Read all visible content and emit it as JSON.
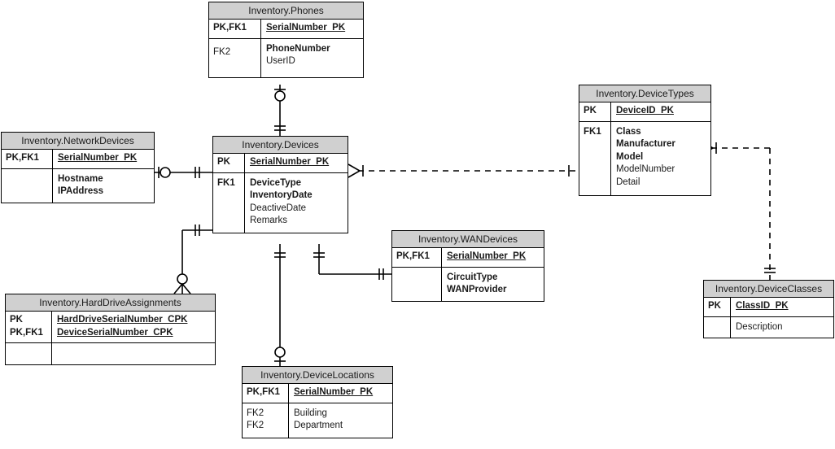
{
  "diagram": {
    "type": "entity-relationship-diagram",
    "title": "Inventory database ER diagram",
    "header_color": "#d0d0d0",
    "line_color": "#000000",
    "background": "#ffffff"
  },
  "entities": {
    "phones": {
      "name": "Inventory.Phones",
      "pk_section": {
        "keys": [
          "PK,FK1"
        ],
        "attrs": [
          "SerialNumber_PK"
        ]
      },
      "attr_section": {
        "keys": [
          "",
          "FK2"
        ],
        "attrs": [
          "PhoneNumber",
          "UserID"
        ]
      }
    },
    "network_devices": {
      "name": "Inventory.NetworkDevices",
      "pk_section": {
        "keys": [
          "PK,FK1"
        ],
        "attrs": [
          "SerialNumber_PK"
        ]
      },
      "attr_section": {
        "keys": [
          ""
        ],
        "attrs": [
          "Hostname",
          "IPAddress"
        ]
      }
    },
    "devices": {
      "name": "Inventory.Devices",
      "pk_section": {
        "keys": [
          "PK"
        ],
        "attrs": [
          "SerialNumber_PK"
        ]
      },
      "attr_section": {
        "keys": [
          "FK1"
        ],
        "attrs": [
          "DeviceType",
          "InventoryDate",
          "DeactiveDate",
          "Remarks"
        ]
      }
    },
    "device_types": {
      "name": "Inventory.DeviceTypes",
      "pk_section": {
        "keys": [
          "PK"
        ],
        "attrs": [
          "DeviceID_PK"
        ]
      },
      "attr_section": {
        "keys": [
          "FK1"
        ],
        "attrs": [
          "Class",
          "Manufacturer",
          "Model",
          "ModelNumber",
          "Detail"
        ]
      }
    },
    "wan_devices": {
      "name": "Inventory.WANDevices",
      "pk_section": {
        "keys": [
          "PK,FK1"
        ],
        "attrs": [
          "SerialNumber_PK"
        ]
      },
      "attr_section": {
        "keys": [
          ""
        ],
        "attrs": [
          "CircuitType",
          "WANProvider"
        ]
      }
    },
    "device_classes": {
      "name": "Inventory.DeviceClasses",
      "pk_section": {
        "keys": [
          "PK"
        ],
        "attrs": [
          "ClassID_PK"
        ]
      },
      "attr_section": {
        "keys": [
          ""
        ],
        "attrs": [
          "Description"
        ]
      }
    },
    "hard_drive_assignments": {
      "name": "Inventory.HardDriveAssignments",
      "pk_section": {
        "keys": [
          "PK",
          "PK,FK1"
        ],
        "attrs": [
          "HardDriveSerialNumber_CPK",
          "DeviceSerialNumber_CPK"
        ]
      },
      "attr_section": {
        "keys": [
          ""
        ],
        "attrs": [
          ""
        ]
      }
    },
    "device_locations": {
      "name": "Inventory.DeviceLocations",
      "pk_section": {
        "keys": [
          "PK,FK1"
        ],
        "attrs": [
          "SerialNumber_PK"
        ]
      },
      "attr_section": {
        "keys": [
          "FK2",
          "FK2"
        ],
        "attrs": [
          "Building",
          "Department"
        ]
      }
    }
  },
  "relationships": [
    {
      "id": "phones-devices",
      "from": "Inventory.Phones",
      "to": "Inventory.Devices",
      "style": "solid",
      "from_cardinality": "zero-or-one",
      "to_cardinality": "exactly-one"
    },
    {
      "id": "networkdevices-devices",
      "from": "Inventory.NetworkDevices",
      "to": "Inventory.Devices",
      "style": "solid",
      "from_cardinality": "zero-or-one",
      "to_cardinality": "exactly-one"
    },
    {
      "id": "devices-devicetypes",
      "from": "Inventory.Devices",
      "to": "Inventory.DeviceTypes",
      "style": "dashed",
      "from_cardinality": "many",
      "to_cardinality": "one"
    },
    {
      "id": "devices-wandevices",
      "from": "Inventory.Devices",
      "to": "Inventory.WANDevices",
      "style": "solid",
      "from_cardinality": "exactly-one",
      "to_cardinality": "exactly-one"
    },
    {
      "id": "devices-harddriveassignments",
      "from": "Inventory.Devices",
      "to": "Inventory.HardDriveAssignments",
      "style": "solid",
      "from_cardinality": "exactly-one",
      "to_cardinality": "zero-or-many"
    },
    {
      "id": "devices-devicelocations",
      "from": "Inventory.Devices",
      "to": "Inventory.DeviceLocations",
      "style": "solid",
      "from_cardinality": "exactly-one",
      "to_cardinality": "zero-or-one"
    },
    {
      "id": "devicetypes-deviceclasses",
      "from": "Inventory.DeviceTypes",
      "to": "Inventory.DeviceClasses",
      "style": "dashed",
      "from_cardinality": "many",
      "to_cardinality": "exactly-one"
    }
  ]
}
